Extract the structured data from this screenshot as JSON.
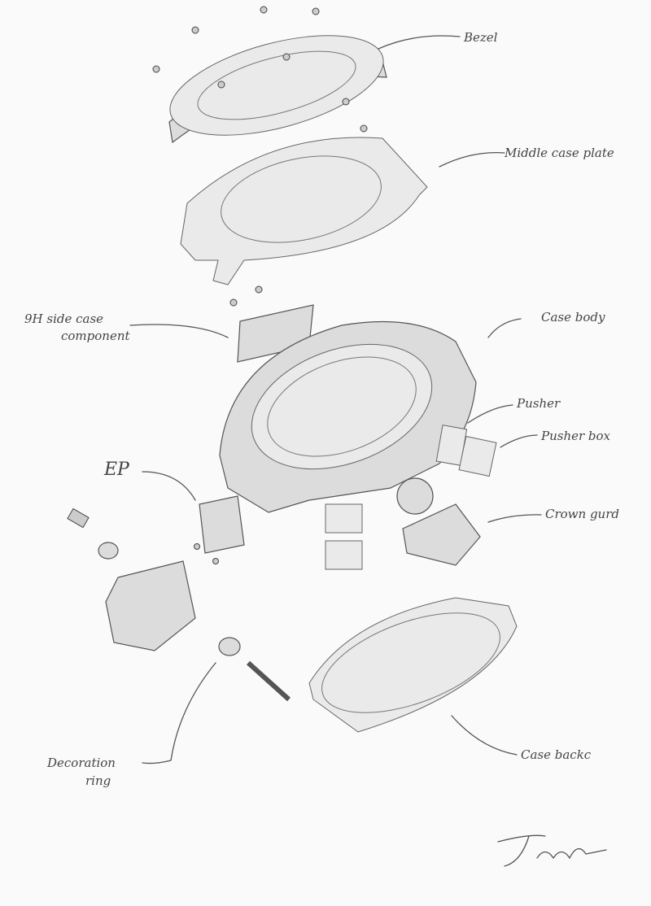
{
  "labels": {
    "bezel": "Bezel",
    "middle_case_plate": "Middle case plate",
    "side_case_line1": "9H side case",
    "side_case_line2": "component",
    "case_body": "Case body",
    "pusher": "Pusher",
    "pusher_box": "Pusher box",
    "ep": "EP",
    "crown_guard": "Crown gurd",
    "case_back": "Case backc",
    "decoration_line1": "Decoration",
    "decoration_line2": "ring"
  },
  "signature": "Tosh"
}
